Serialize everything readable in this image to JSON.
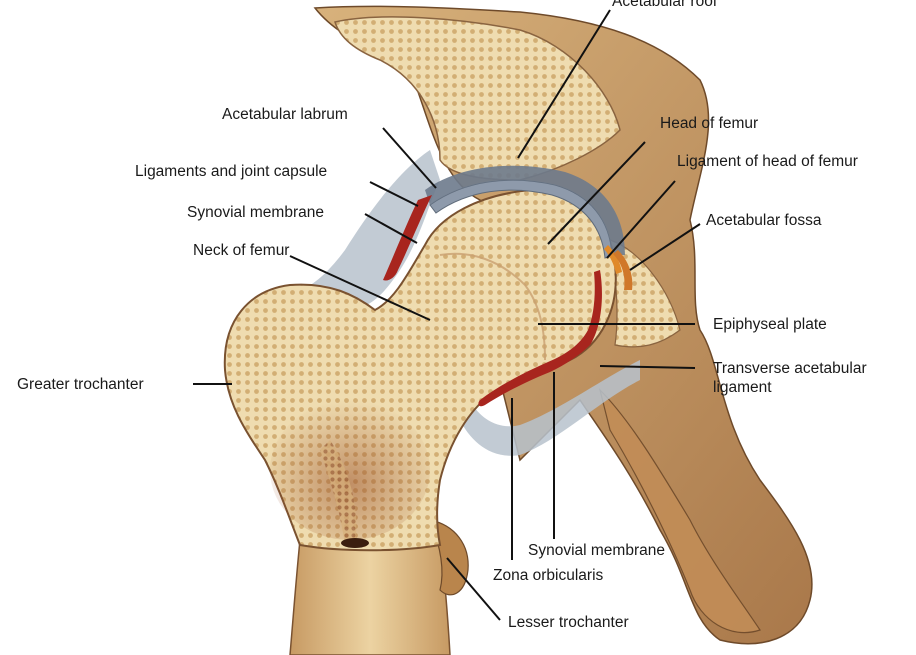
{
  "diagram": {
    "labels": {
      "acetabular_roof": "Acetabular roof",
      "acetabular_labrum": "Acetabular labrum",
      "head_of_femur": "Head of femur",
      "ligaments_joint_capsule": "Ligaments and joint capsule",
      "ligament_head_femur": "Ligament of head of femur",
      "synovial_membrane_upper": "Synovial membrane",
      "acetabular_fossa": "Acetabular fossa",
      "neck_of_femur": "Neck of femur",
      "epiphyseal_plate": "Epiphyseal plate",
      "greater_trochanter": "Greater trochanter",
      "transverse_acetabular_ligament": "Transverse acetabular ligament",
      "synovial_membrane_lower": "Synovial membrane",
      "zona_orbicularis": "Zona orbicularis",
      "lesser_trochanter": "Lesser trochanter"
    },
    "colors": {
      "bone": "#efdcb0",
      "bone_dots": "#b8894f",
      "marrow": "#8a4a26",
      "cortex_shaft": "#d9b27a",
      "cartilage": "#9aa7b6",
      "synovial_red": "#a8251e",
      "pelvis_outer": "#c89a63",
      "orange_ligament": "#e08a2a"
    }
  }
}
